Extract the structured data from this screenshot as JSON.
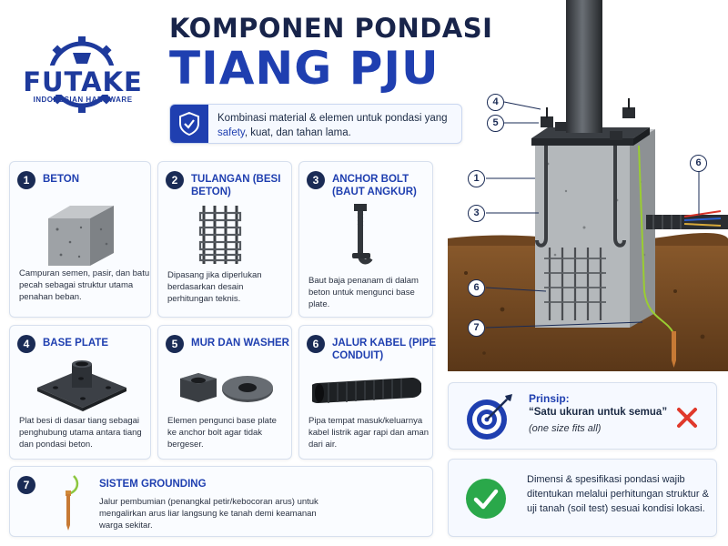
{
  "brand": {
    "name": "FUTAKE",
    "tagline": "INDONESIAN HARDWARE",
    "color": "#1e3a9c"
  },
  "title": {
    "line1": "KOMPONEN PONDASI",
    "line2": "TIANG PJU"
  },
  "intro": {
    "icon": "shield-check-icon",
    "text_a": "Kombinasi material & elemen untuk pondasi yang",
    "text_safety": "safety",
    "text_b": ", kuat, dan tahan lama."
  },
  "components": [
    {
      "num": "1",
      "title": "BETON",
      "icon": "concrete-block-icon",
      "desc": "Campuran semen, pasir, dan batu pecah sebagai struktur utama penahan beban."
    },
    {
      "num": "2",
      "title": "TULANGAN (BESI BETON)",
      "icon": "rebar-cage-icon",
      "desc": "Dipasang jika diperlukan berdasarkan desain perhitungan teknis."
    },
    {
      "num": "3",
      "title": "ANCHOR BOLT (BAUT ANGKUR)",
      "icon": "anchor-bolt-icon",
      "desc": "Baut baja penanam di dalam beton untuk mengunci base plate."
    },
    {
      "num": "4",
      "title": "BASE PLATE",
      "icon": "base-plate-icon",
      "desc": "Plat besi di dasar tiang sebagai penghubung utama antara tiang dan pondasi beton."
    },
    {
      "num": "5",
      "title": "MUR DAN WASHER",
      "icon": "nut-washer-icon",
      "desc": "Elemen pengunci base plate ke anchor bolt agar tidak bergeser."
    },
    {
      "num": "6",
      "title": "JALUR KABEL (PIPE CONDUIT)",
      "icon": "conduit-pipe-icon",
      "desc": "Pipa tempat masuk/keluarnya kabel listrik agar rapi dan aman dari air."
    }
  ],
  "grounding": {
    "num": "7",
    "title": "SISTEM GROUNDING",
    "icon": "grounding-rod-icon",
    "desc": "Jalur pembumian (penangkal petir/kebocoran arus) untuk mengalirkan arus liar langsung ke tanah demi keamanan warga sekitar."
  },
  "diagram_callouts": [
    "4",
    "5",
    "1",
    "3",
    "6",
    "7",
    "6"
  ],
  "principle": {
    "icon": "target-icon",
    "heading": "Prinsip:",
    "quote": "“Satu ukuran untuk semua”",
    "english": "(one size fits all)",
    "status_icon": "cross-icon",
    "status_color": "#e0392b"
  },
  "conclusion": {
    "icon": "check-circle-icon",
    "text": "Dimensi & spesifikasi pondasi wajib ditentukan melalui perhitungan struktur & uji tanah (soil test) sesuai kondisi lokasi.",
    "color": "#2aa84a"
  },
  "colors": {
    "primary": "#1f3fb0",
    "dark": "#1a2b55",
    "soil": "#7a4a22",
    "concrete": "#b9bcbf"
  }
}
